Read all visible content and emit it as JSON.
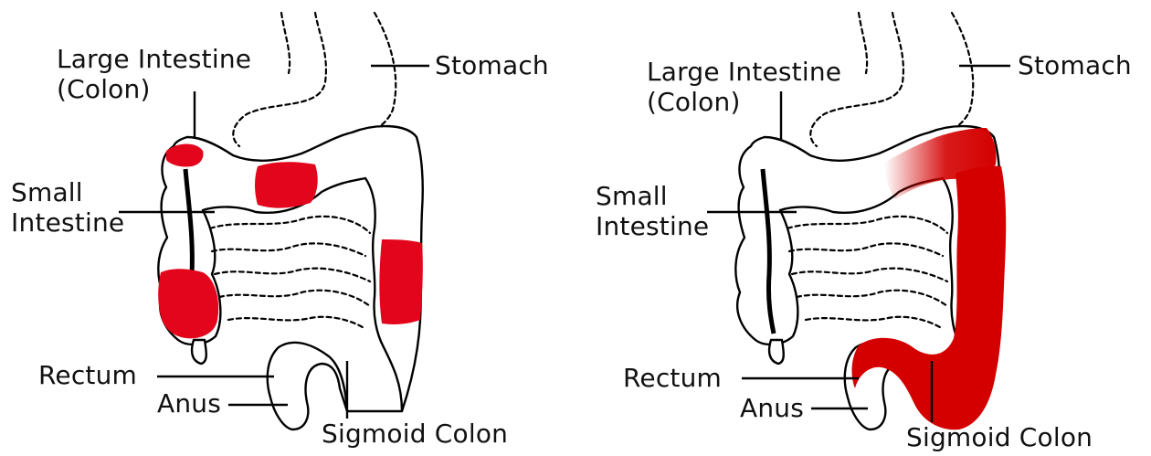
{
  "colors": {
    "patchy_inflammation": "#e3051b",
    "continuous_inflammation": "#d40000",
    "outline": "#000000"
  },
  "panels": [
    {
      "labels": {
        "large_intestine": "Large Intestine\n(Colon)",
        "stomach": "Stomach",
        "small_intestine": "Small\nIntestine",
        "rectum": "Rectum",
        "anus": "Anus",
        "sigmoid_colon": "Sigmoid Colon"
      }
    },
    {
      "labels": {
        "large_intestine": "Large Intestine\n(Colon)",
        "stomach": "Stomach",
        "small_intestine": "Small\nIntestine",
        "rectum": "Rectum",
        "anus": "Anus",
        "sigmoid_colon": "Sigmoid Colon"
      }
    }
  ]
}
